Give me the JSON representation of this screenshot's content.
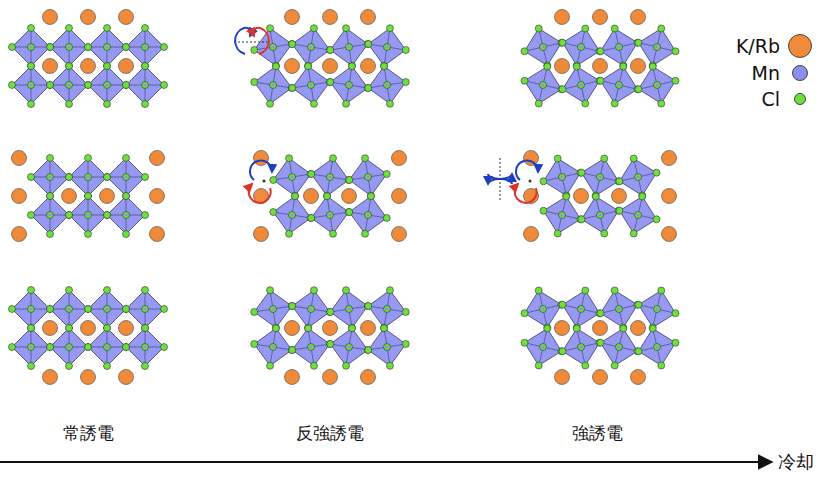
{
  "diagram": {
    "labels": [
      "常誘電",
      "反強誘電",
      "強誘電",
      "冷却"
    ],
    "legend": [
      {
        "text": "K/Rb",
        "color": "#f08a38"
      },
      {
        "text": "Mn",
        "color": "#8a8ef0"
      },
      {
        "text": "Cl",
        "color": "#6ee03c"
      }
    ]
  }
}
